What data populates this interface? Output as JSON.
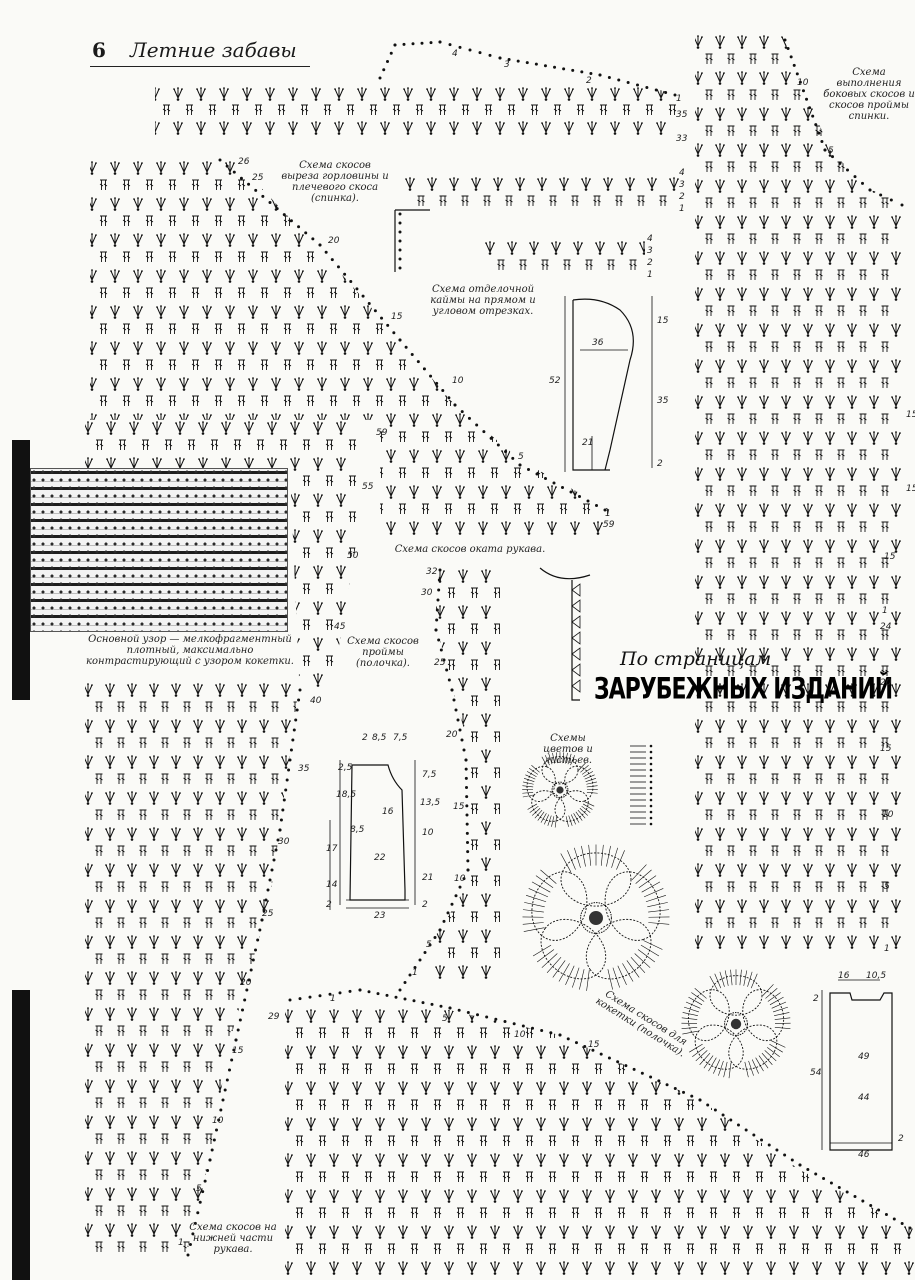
{
  "header": {
    "page_number": "6",
    "title": "Летние забавы"
  },
  "banner": {
    "line1": "По страницам",
    "line2": "ЗАРУБЕЖНЫХ ИЗДАНИЙ"
  },
  "captions": {
    "neckline": "Схема скосов выреза горловины и плечевого скоса (спинка).",
    "trim": "Схема отделочной каймы на прямом и угловом отрезках.",
    "side_armhole": "Схема выполнения боковых скосов и скосов проймы спинки.",
    "sleeve_cap": "Схема скосов оката рукава.",
    "armhole_front": "Схема скосов проймы (полочка).",
    "flowers": "Схемы цветов и листьев.",
    "yoke": "Схема скосов для кокетки (полочка).",
    "sleeve_lower": "Схема скосов на нижней части рукава.",
    "main_pattern": "Основной узор — мелкофрагментный плотный, максимально контрастирующий с узором кокетки."
  },
  "row_numbers": {
    "neck_right": [
      "1",
      "35",
      "33"
    ],
    "neck_top": [
      "4",
      "3",
      "2"
    ],
    "neck_left": [
      "26",
      "25",
      "20",
      "15",
      "10",
      "5",
      "1",
      "59"
    ],
    "trim_a": [
      "4",
      "3",
      "2",
      "1"
    ],
    "trim_b": [
      "4",
      "3",
      "2",
      "1"
    ],
    "side_left": [
      "10",
      "5",
      "1",
      "24",
      "20",
      "15",
      "10",
      "5",
      "1"
    ],
    "side_right": [
      "15",
      "15",
      "15"
    ],
    "left_panel": [
      "59",
      "55",
      "50",
      "45",
      "40",
      "35",
      "30",
      "25",
      "20",
      "15",
      "10",
      "5",
      "1"
    ],
    "center": [
      "32",
      "30",
      "25",
      "20",
      "15",
      "10",
      "5",
      "1"
    ],
    "yoke_nums": [
      "29",
      "1",
      "5",
      "10",
      "15"
    ]
  },
  "schematic_sleeve": {
    "top": "36",
    "left": "52",
    "right_top": "15",
    "right_mid": "35",
    "bottom": "21",
    "bottom_right": "2"
  },
  "schematic_front": {
    "top": [
      "2",
      "8,5",
      "7,5"
    ],
    "left": [
      "2,5",
      "18,5",
      "17",
      "14",
      "2"
    ],
    "right": [
      "7,5",
      "13,5",
      "10",
      "21",
      "2"
    ],
    "inner": [
      "16",
      "8,5",
      "22"
    ],
    "bottom": "23"
  },
  "schematic_back": {
    "top": [
      "16",
      "10,5"
    ],
    "left": [
      "2",
      "54"
    ],
    "inner": [
      "49",
      "44"
    ],
    "bottom": "46",
    "right": "2"
  }
}
